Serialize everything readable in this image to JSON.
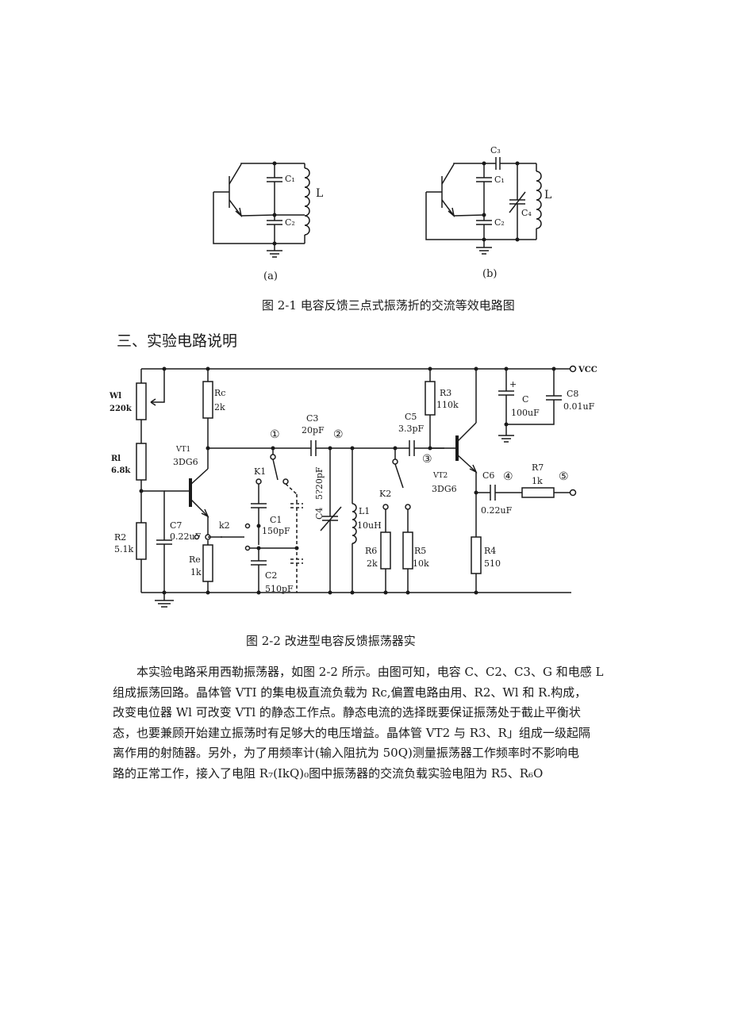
{
  "figure1": {
    "sub_a": "(a)",
    "sub_b": "(b)",
    "caption": "图 2-1 电容反馈三点式振荡折的交流等效电路图",
    "labels": {
      "c1": "C₁",
      "c2": "C₂",
      "c3": "C₃",
      "c4": "C₄",
      "l": "L"
    }
  },
  "section_heading": "三、实验电路说明",
  "figure2": {
    "caption": "图 2-2     改进型电容反馈振荡器实",
    "labels": {
      "vcc": "VCC",
      "w1_name": "Wl",
      "w1_val": "220k",
      "r1_name": "Rl",
      "r1_val": "6.8k",
      "r2_name": "R2",
      "r2_val": "5.1k",
      "rc_name": "Rc",
      "rc_val": "2k",
      "vt1_name": "VT1",
      "vt1_type": "3DG6",
      "c7_name": "C7",
      "c7_val": "0.22uF",
      "k2_small": "k2",
      "re_name": "Re",
      "re_val": "1k",
      "k1": "K1",
      "c1_name": "C1",
      "c1_val": "150pF",
      "c2_name": "C2",
      "c2_val": "510pF",
      "c3_name": "C3",
      "c3_val": "20pF",
      "c4_name": "C4",
      "c4_val": "5?20pF",
      "l1_name": "L1",
      "l1_val": "10uH",
      "c5_name": "C5",
      "c5_val": "3.3pF",
      "k2": "K2",
      "r6_name": "R6",
      "r6_val": "2k",
      "r5_name": "R5",
      "r5_val": "10k",
      "r3_name": "R3",
      "r3_val": "110k",
      "vt2_name": "VT2",
      "vt2_type": "3DG6",
      "c_name": "C",
      "c_val": "100uF",
      "c_plus": "+",
      "c8_name": "C8",
      "c8_val": "0.01uF",
      "c6_name": "C6",
      "c6_val": "0.22uF",
      "r7_name": "R7",
      "r7_val": "1k",
      "r4_name": "R4",
      "r4_val": "510",
      "n1": "①",
      "n2": "②",
      "n3": "③",
      "n4": "④",
      "n5": "⑤"
    }
  },
  "paragraph": [
    "本实验电路采用西勒振荡器，如图 2-2 所示。由图可知，电容 C、C2、C3、G 和电感 L",
    "组成振荡回路。晶体管 VTI 的集电极直流负载为 Rc,偏置电路由用、R2、Wl 和 R.构成，",
    "改变电位器 Wl 可改变 VTl 的静态工作点。静态电流的选择既要保证振荡处于截止平衡状",
    "态，也要兼顾开始建立振荡时有足够大的电压增益。晶体管 VT2 与 R3、R」组成一级起隔",
    "离作用的射随器。另外，为了用频率计(输入阻抗为 50Q)测量振荡器工作频率时不影响电",
    "路的正常工作，接入了电阻 R₇(IkQ)₀图中振荡器的交流负载实验电阻为 R5、R₆O"
  ]
}
